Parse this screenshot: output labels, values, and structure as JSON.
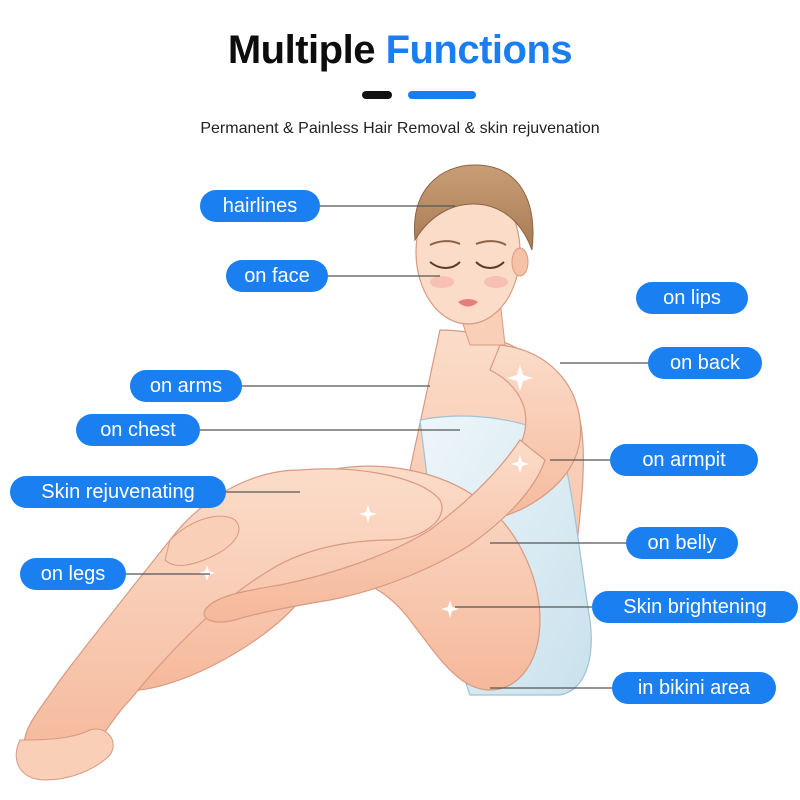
{
  "header": {
    "title_word1": "Multiple",
    "title_word2": "Functions",
    "subtitle": "Permanent & Painless Hair Removal & skin rejuvenation"
  },
  "colors": {
    "accent": "#1a7ef0",
    "title_dark": "#0d0d0d",
    "pill_text": "#ffffff",
    "skin": "#f7c9b0",
    "towel": "#dcecf3"
  },
  "labels": {
    "hairlines": "hairlines",
    "on_face": "on face",
    "on_lips": "on lips",
    "on_back": "on back",
    "on_arms": "on arms",
    "on_chest": "on chest",
    "on_armpit": "on armpit",
    "skin_rejuvenating": "Skin rejuvenating",
    "on_belly": "on belly",
    "on_legs": "on legs",
    "skin_brightening": "Skin brightening",
    "in_bikini_area": "in bikini area"
  },
  "illustration": {
    "subject": "woman-sitting-in-towel",
    "icons": [
      "sparkle-icon"
    ]
  }
}
